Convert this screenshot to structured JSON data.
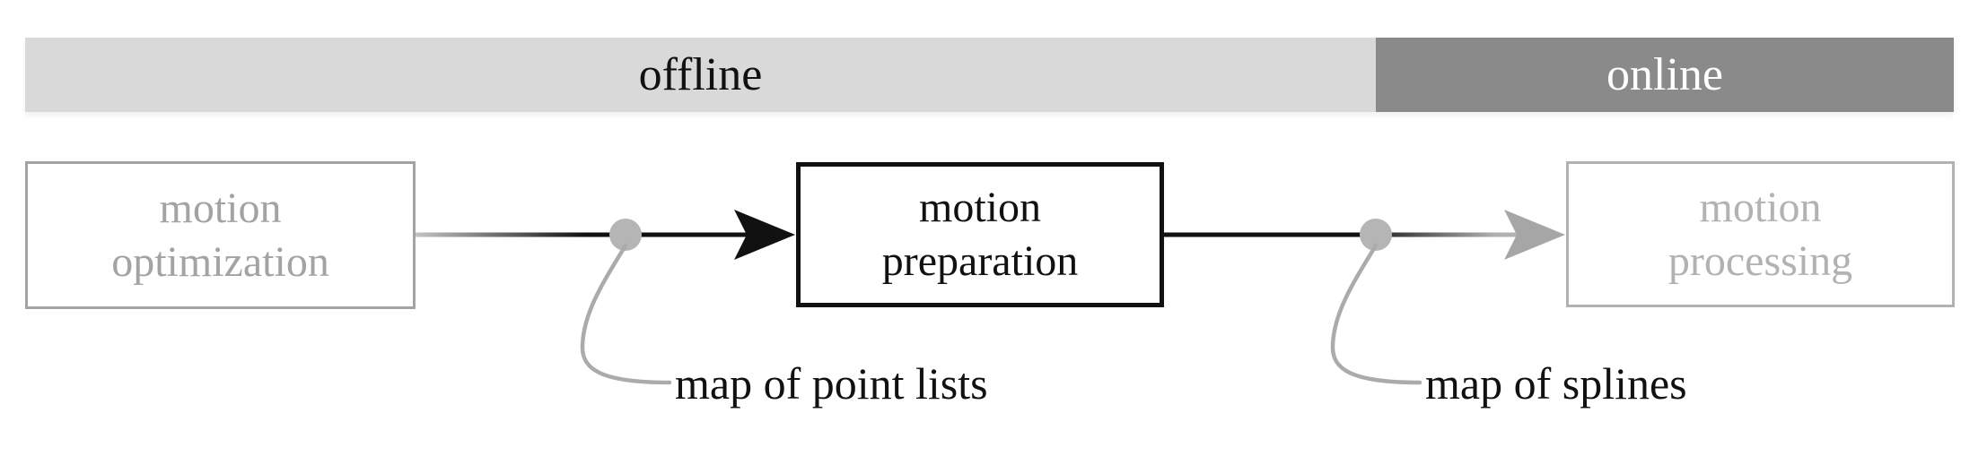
{
  "phase_bar": {
    "offline": {
      "label": "offline"
    },
    "online": {
      "label": "online"
    }
  },
  "nodes": [
    {
      "id": "motion-optimization",
      "line1": "motion",
      "line2": "optimization",
      "state": "inactive"
    },
    {
      "id": "motion-preparation",
      "line1": "motion",
      "line2": "preparation",
      "state": "active"
    },
    {
      "id": "motion-processing",
      "line1": "motion",
      "line2": "processing",
      "state": "inactive"
    }
  ],
  "annotations": [
    {
      "id": "map-of-point-lists",
      "label": "map of point lists"
    },
    {
      "id": "map-of-splines",
      "label": "map of splines"
    }
  ],
  "colors": {
    "offline_bg": "#d9d9d9",
    "online_bg": "#8a8a8a",
    "online_text": "#ffffff",
    "active_black": "#111111",
    "inactive_gray": "#a3a3a3",
    "inactive_light_gray": "#b2b2b2",
    "dot_gray": "#b5b5b5",
    "callout_line_gray": "#ababab"
  }
}
